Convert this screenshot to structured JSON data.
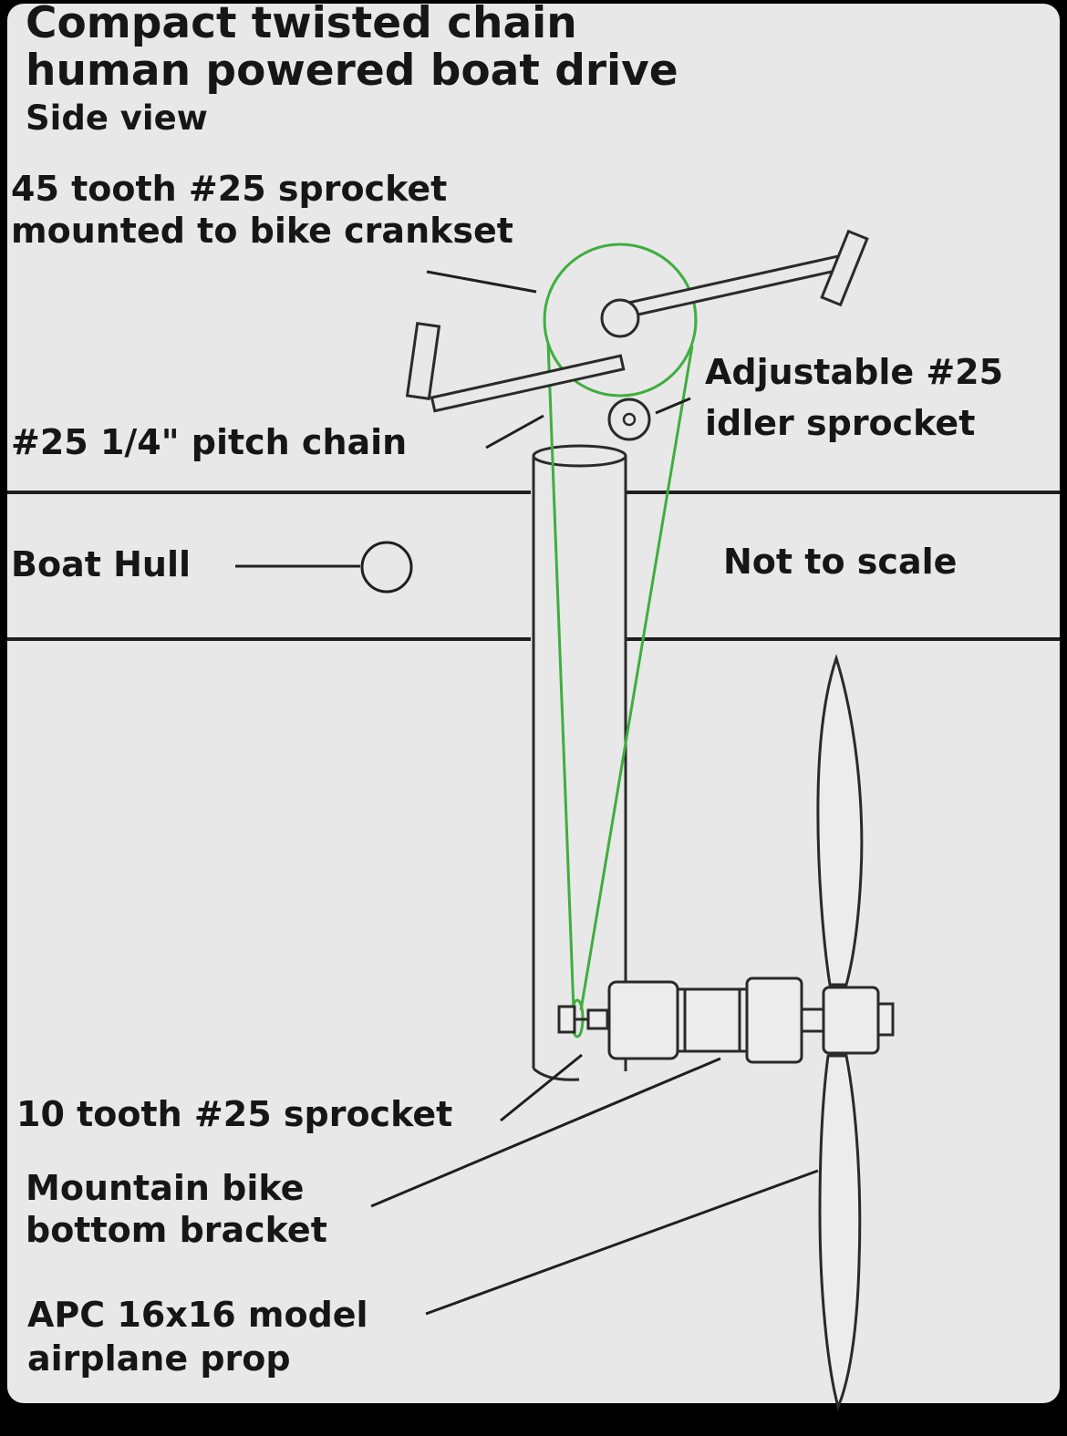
{
  "title": {
    "line1": "Compact twisted chain",
    "line2": "human powered boat drive"
  },
  "subtitle": "Side view",
  "note": "Not to scale",
  "labels": {
    "crank_sprocket": {
      "line1": "45 tooth #25 sprocket",
      "line2": "mounted to bike crankset"
    },
    "idler": {
      "line1": "Adjustable #25",
      "line2": "idler sprocket"
    },
    "chain": "#25 1/4\" pitch chain",
    "hull": "Boat Hull",
    "bottom_sprocket": "10 tooth #25 sprocket",
    "bottom_bracket": {
      "line1": "Mountain bike",
      "line2": "bottom bracket"
    },
    "prop": {
      "line1": "APC 16x16 model",
      "line2": "airplane prop"
    }
  },
  "colors": {
    "chain": "#3fae3f",
    "ink": "#1f1f1f",
    "background": "#e8e8e8"
  }
}
